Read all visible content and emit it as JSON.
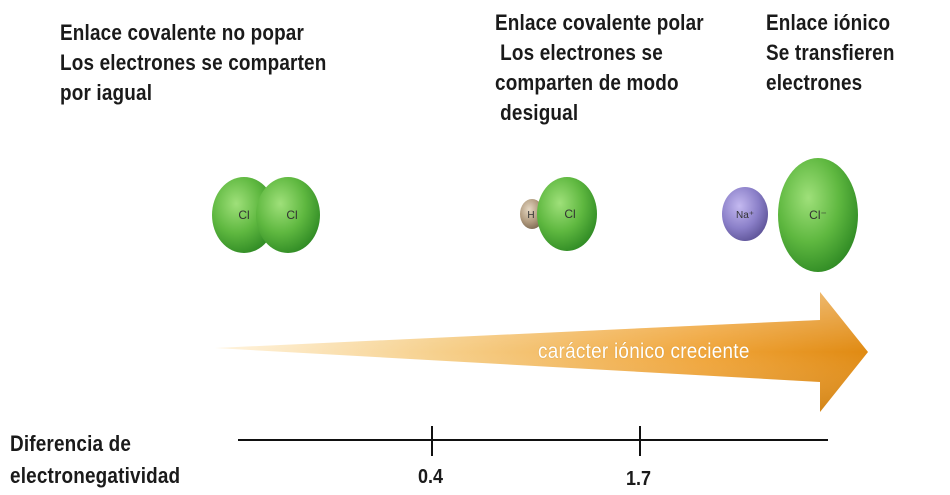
{
  "columns": [
    {
      "title": "Enlace covalente no popar",
      "lines": [
        "Los electrones se comparten",
        "por iagual"
      ]
    },
    {
      "title": "Enlace covalente polar",
      "lines": [
        "Los electrones se",
        "comparten de modo",
        "desigual"
      ]
    },
    {
      "title": "Enlace iónico",
      "lines": [
        "Se transfieren",
        "electrones"
      ]
    }
  ],
  "molecules": {
    "cl2": {
      "atom1": "Cl",
      "atom2": "Cl"
    },
    "hcl": {
      "atom1": "H",
      "atom2": "Cl"
    },
    "nacl": {
      "atom1": "Na⁺",
      "atom2": "Cl⁻"
    }
  },
  "arrow": {
    "label": "carácter iónico creciente"
  },
  "scale": {
    "label_line1": "Diferencia de",
    "label_line2": "electronegatividad",
    "ticks": [
      "0.4",
      "1.7"
    ]
  },
  "colors": {
    "chlorine": "#6cc04a",
    "sodium": "#8a7fc8",
    "hydrogen": "#b09a7e",
    "arrow": "#f0a53a"
  }
}
